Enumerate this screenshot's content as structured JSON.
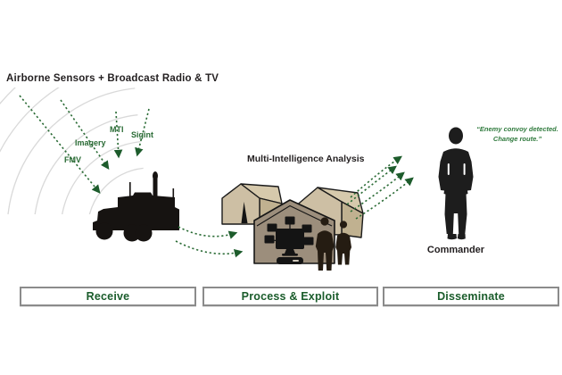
{
  "header": {
    "title": "Airborne Sensors  +  Broadcast Radio & TV"
  },
  "sensors": {
    "items": [
      {
        "label": "FMV"
      },
      {
        "label": "Imagery"
      },
      {
        "label": "MTI"
      },
      {
        "label": "Sigint"
      }
    ]
  },
  "analysis": {
    "title": "Multi-Intelligence Analysis"
  },
  "commander": {
    "name": "Commander",
    "quote": [
      "“Enemy convoy detected.",
      "Change route.”"
    ]
  },
  "stages": [
    {
      "label": "Receive"
    },
    {
      "label": "Process & Exploit"
    },
    {
      "label": "Disseminate"
    }
  ],
  "icons": {
    "vehicle": "military-vehicle-silhouette",
    "tents": "command-post-tents",
    "network": "computer-network-diagram",
    "analysts": "analyst-silhouettes",
    "commander": "commander-silhouette",
    "waves": "radio-wave-arcs"
  },
  "colors": {
    "arrow_green": "#2a6b35",
    "arrowhead_green": "#1d5c2c",
    "label_green": "#2a6b35",
    "stage_text_green": "#1a5c2b",
    "quote_green": "#2f7a3d",
    "wave_gray": "#d9d9d9",
    "tent_tan": "#cdbfa4",
    "tent_tan_dark": "#c0b190",
    "building_taupe": "#9c8e7c",
    "silhouette_black": "#161311",
    "stage_border_gray": "#8b8b8b"
  }
}
